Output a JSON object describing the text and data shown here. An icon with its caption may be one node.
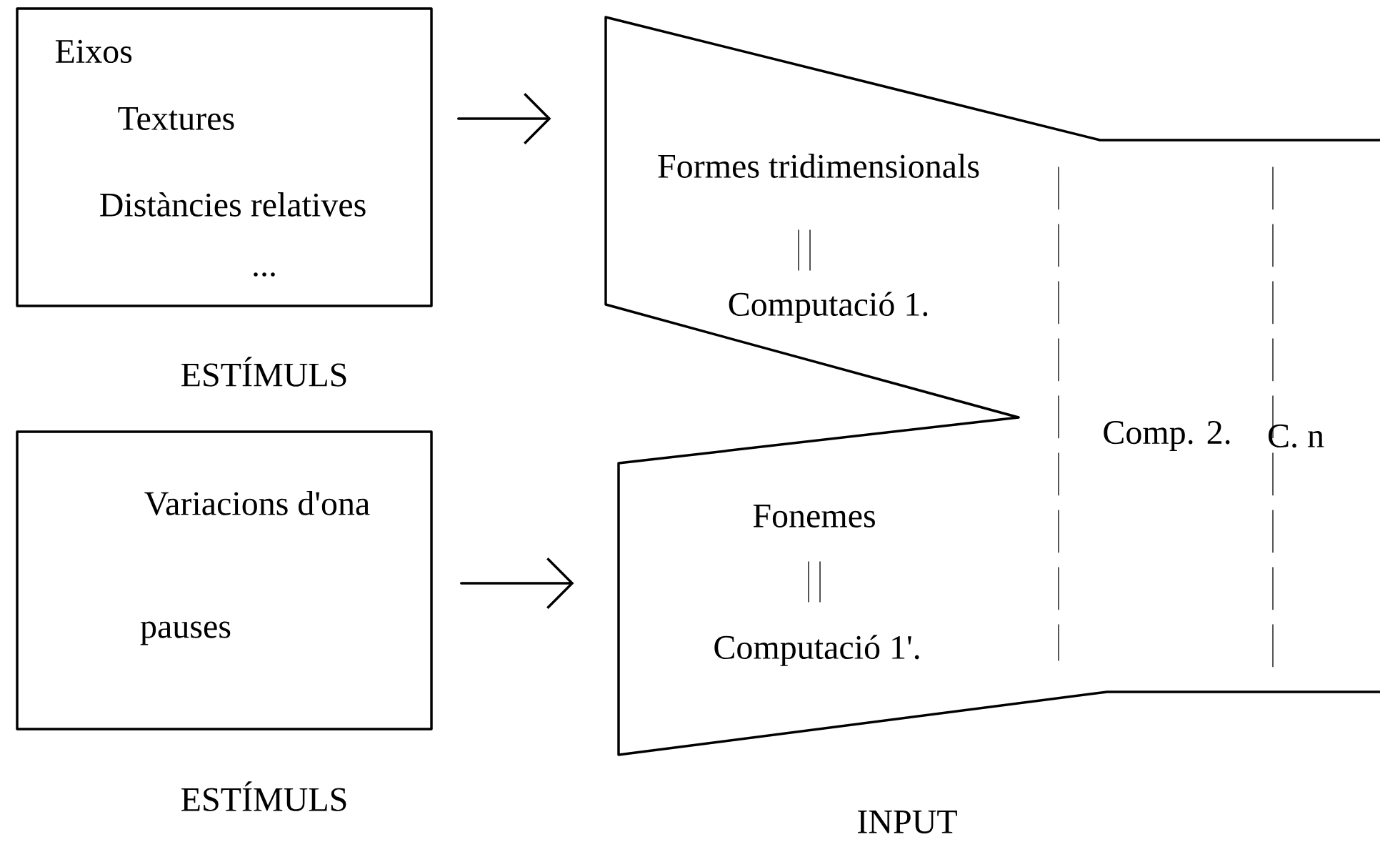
{
  "diagram": {
    "nodes": [
      {
        "text": [
          "Eixos",
          "Textures",
          "Distàncies relatives",
          "..."
        ],
        "beside": [
          "ESTÍMULS"
        ]
      },
      {
        "text": [
          "Variacions d'ona",
          "pauses"
        ],
        "beside": [
          "ESTÍMULS"
        ]
      },
      {
        "text": [
          "Formes tridimensionals",
          "Computació 1.",
          "Fonemes",
          "Computació 1'.",
          "Comp. 2.",
          "C. n"
        ],
        "beside": [
          "INPUT"
        ]
      }
    ],
    "edges": [
      {
        "from": 0,
        "to": 2,
        "arrow": "to"
      },
      {
        "from": 1,
        "to": 2,
        "arrow": "to"
      }
    ]
  }
}
